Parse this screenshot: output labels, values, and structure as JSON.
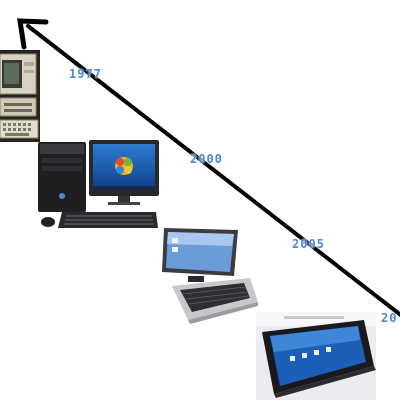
{
  "timeline": {
    "years": [
      "1977",
      "2000",
      "2005",
      "20"
    ],
    "line_color": "#000000",
    "year_color": "#4e86d8"
  },
  "images": {
    "vintage_computer": "vintage-computer-1977",
    "desktop_pc": "desktop-pc-windows",
    "tablet_laptop": "convertible-tablet-laptop",
    "smartphone": "touchscreen-smartphone"
  }
}
